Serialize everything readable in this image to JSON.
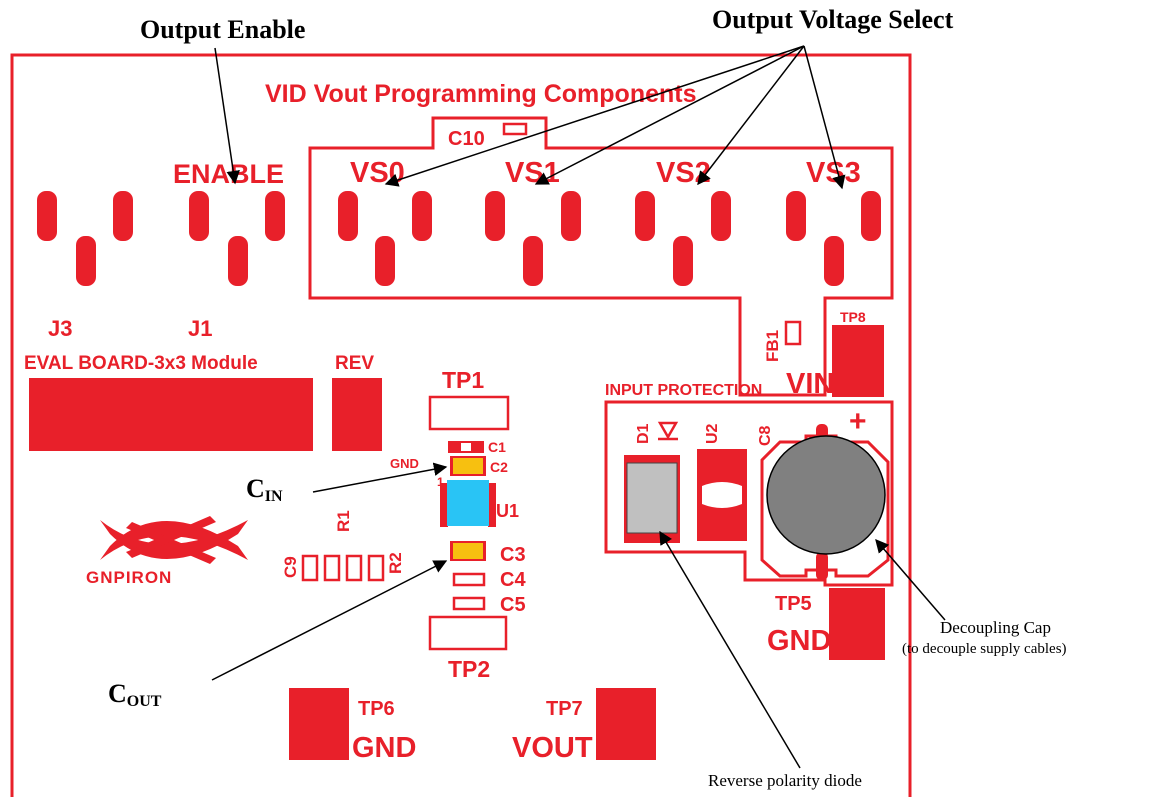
{
  "annotations": {
    "output_enable": "Output Enable",
    "output_voltage_select": "Output Voltage Select",
    "cin_c": "C",
    "cin_sub": "IN",
    "cout_c": "C",
    "cout_sub": "OUT",
    "decoupling_cap": "Decoupling Cap",
    "decoupling_note": "(to decouple supply cables)",
    "reverse_diode": "Reverse polarity  diode"
  },
  "silkscreen": {
    "vid_title": "VID Vout Programming Components",
    "c10": "C10",
    "enable": "ENABLE",
    "vs0": "VS0",
    "vs1": "VS1",
    "vs2": "VS2",
    "vs3": "VS3",
    "j3": "J3",
    "j1": "J1",
    "eval_board": "EVAL BOARD-3x3 Module",
    "rev": "REV",
    "tp1": "TP1",
    "tp2": "TP2",
    "tp5": "TP5",
    "tp6": "TP6",
    "tp7": "TP7",
    "tp8": "TP8",
    "gnd_small": "GND",
    "gnd_tp5": "GND",
    "gnd_tp6": "GND",
    "vout": "VOUT",
    "vin": "VIN",
    "input_protection": "INPUT PROTECTION",
    "c1": "C1",
    "c2": "C2",
    "c3": "C3",
    "c4": "C4",
    "c5": "C5",
    "u1": "U1",
    "r1": "R1",
    "r2": "R2",
    "c9": "C9",
    "fb1": "FB1",
    "d1": "D1",
    "u2": "U2",
    "c8": "C8",
    "plus": "+",
    "pin1": "1",
    "logo": "GNPIRON"
  },
  "colors": {
    "silkscreen": "#e8202a",
    "ic_u1": "#29c4f5",
    "capacitor": "#f7c010",
    "diode_body": "#c0c0c0",
    "electrolytic_cap": "#808080"
  }
}
